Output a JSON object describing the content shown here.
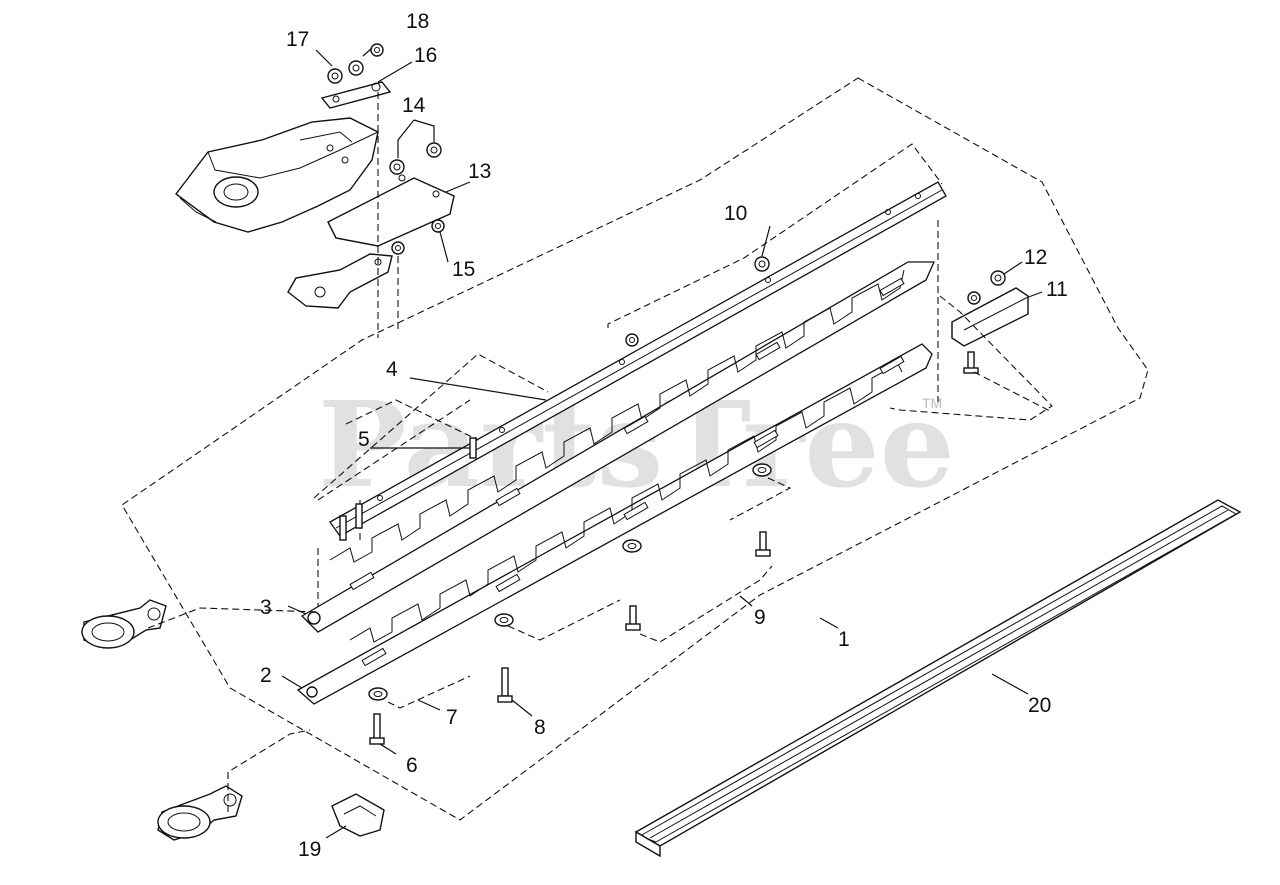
{
  "watermark": {
    "brand": "PartsTree",
    "trademark": "TM"
  },
  "callouts": [
    {
      "id": "1",
      "label": "1"
    },
    {
      "id": "2",
      "label": "2"
    },
    {
      "id": "3",
      "label": "3"
    },
    {
      "id": "4",
      "label": "4"
    },
    {
      "id": "5",
      "label": "5"
    },
    {
      "id": "6",
      "label": "6"
    },
    {
      "id": "7",
      "label": "7"
    },
    {
      "id": "8",
      "label": "8"
    },
    {
      "id": "9",
      "label": "9"
    },
    {
      "id": "10",
      "label": "10"
    },
    {
      "id": "11",
      "label": "11"
    },
    {
      "id": "12",
      "label": "12"
    },
    {
      "id": "13",
      "label": "13"
    },
    {
      "id": "14",
      "label": "14"
    },
    {
      "id": "15",
      "label": "15"
    },
    {
      "id": "16",
      "label": "16"
    },
    {
      "id": "17",
      "label": "17"
    },
    {
      "id": "18",
      "label": "18"
    },
    {
      "id": "19",
      "label": "19"
    },
    {
      "id": "20",
      "label": "20"
    }
  ]
}
